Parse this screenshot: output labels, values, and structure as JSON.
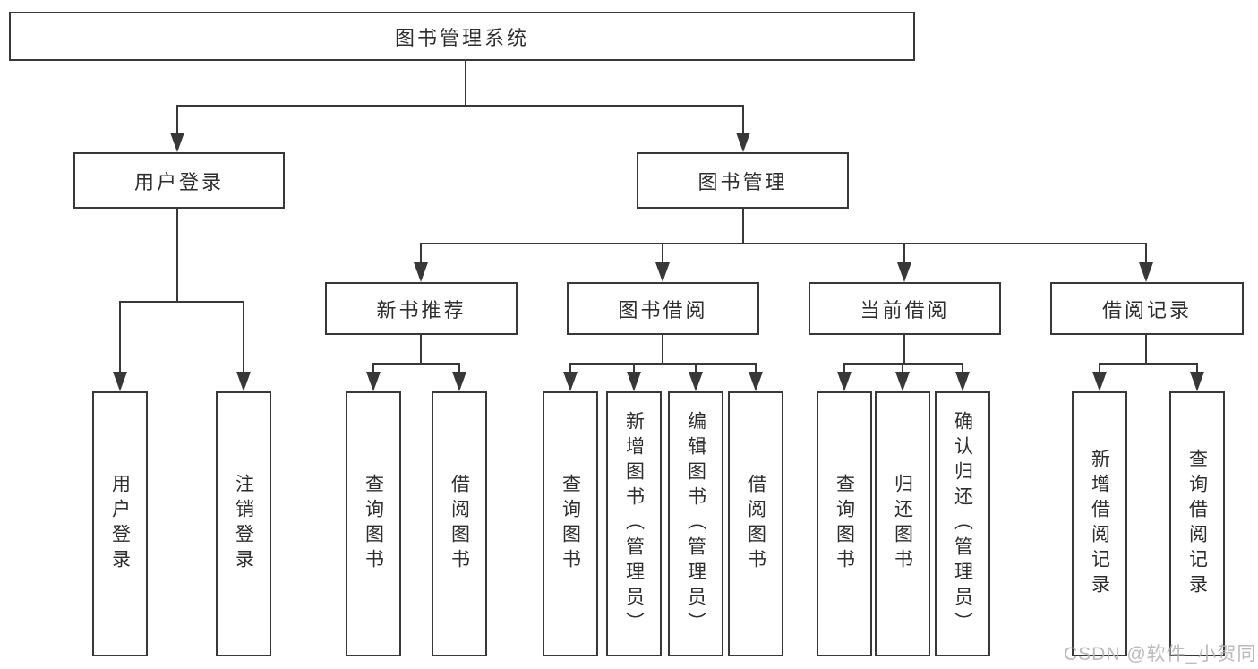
{
  "diagram": {
    "root": {
      "label": "图书管理系统"
    },
    "level2": [
      {
        "label": "用户登录"
      },
      {
        "label": "图书管理"
      }
    ],
    "level3": [
      {
        "label": "新书推荐"
      },
      {
        "label": "图书借阅"
      },
      {
        "label": "当前借阅"
      },
      {
        "label": "借阅记录"
      }
    ],
    "leaves": {
      "login": [
        "用户登录",
        "注销登录"
      ],
      "newbook": [
        "查询图书",
        "借阅图书"
      ],
      "borrow": [
        "查询图书",
        "新增图书（管理员）",
        "编辑图书（管理员）",
        "借阅图书"
      ],
      "current": [
        "查询图书",
        "归还图书",
        "确认归还（管理员）"
      ],
      "records": [
        "新增借阅记录",
        "查询借阅记录"
      ]
    }
  },
  "watermark": {
    "text": "CSDN @软件_小贺同学"
  },
  "colors": {
    "line": "#383838",
    "text": "#2e2e2e",
    "box_background": "#ffffff",
    "watermark": "#b0b0b0",
    "background": "#ffffff"
  }
}
